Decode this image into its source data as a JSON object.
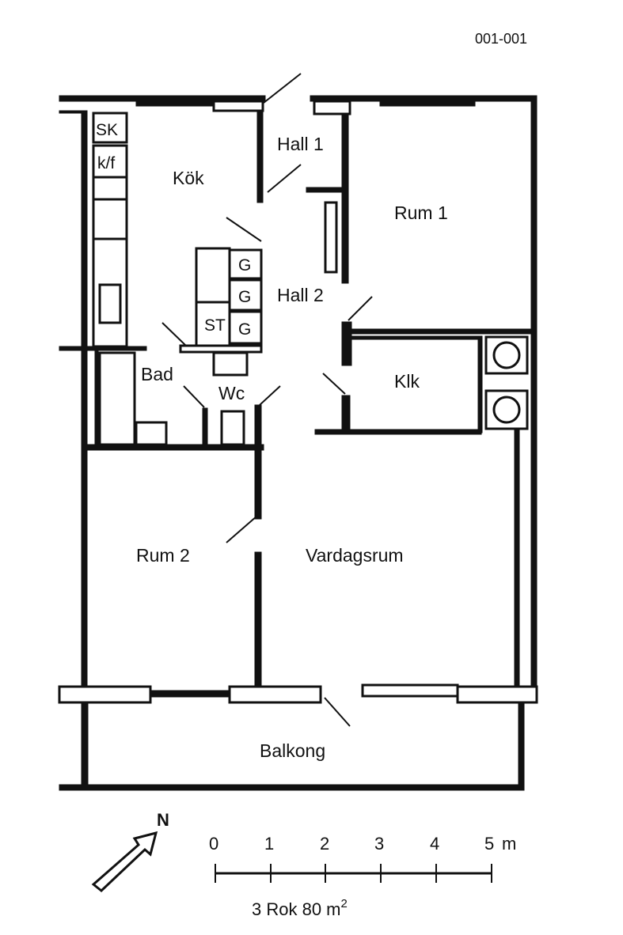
{
  "drawing": {
    "reference": "001-001",
    "summary": {
      "prefix": "3 Rok 80 m",
      "superscript": "2"
    }
  },
  "rooms": {
    "kok": "Kök",
    "hall1": "Hall 1",
    "hall2": "Hall 2",
    "rum1": "Rum 1",
    "rum2": "Rum 2",
    "bad": "Bad",
    "wc": "Wc",
    "klk": "Klk",
    "vardagsrum": "Vardagsrum",
    "balkong": "Balkong"
  },
  "fixtures": {
    "sk": "SK",
    "kf": "k/f",
    "st": "ST",
    "g1": "G",
    "g2": "G",
    "g3": "G"
  },
  "north": {
    "label": "N"
  },
  "scale": {
    "ticks": [
      "0",
      "1",
      "2",
      "3",
      "4",
      "5"
    ],
    "unit": "m"
  },
  "colors": {
    "ink": "#111111",
    "paper": "#ffffff"
  }
}
